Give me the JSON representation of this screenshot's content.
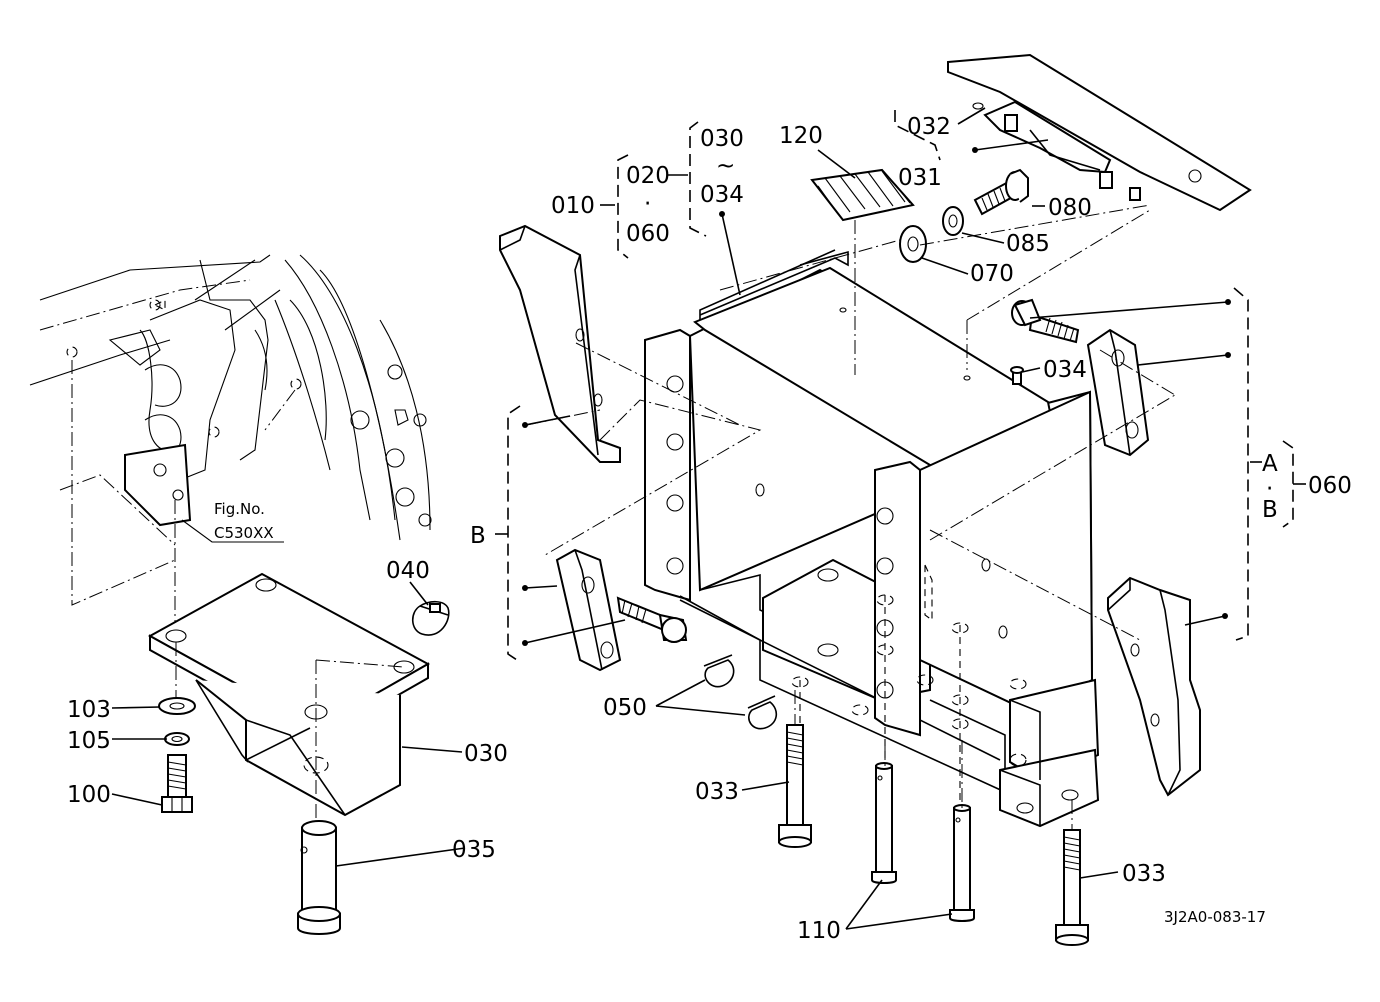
{
  "callouts": {
    "c010": "010",
    "c020": "020",
    "c020_dot": "·",
    "c060a": "060",
    "c030": "030",
    "c030_tilde": "~",
    "c034a": "034",
    "c120": "120",
    "c032": "032",
    "c031": "031",
    "c080": "080",
    "c085": "085",
    "c070": "070",
    "c034b": "034",
    "c_a": "A",
    "c_ab_dot": "·",
    "c_b": "B",
    "c060b": "060",
    "c_b_left": "B",
    "c040": "040",
    "c050": "050",
    "c103": "103",
    "c105": "105",
    "c100": "100",
    "c030b": "030",
    "c035": "035",
    "c033a": "033",
    "c033b": "033",
    "c110": "110"
  },
  "figref": {
    "line1": "Fig.No.",
    "line2": "C530XX"
  },
  "drawing_code": "3J2A0-083-17"
}
